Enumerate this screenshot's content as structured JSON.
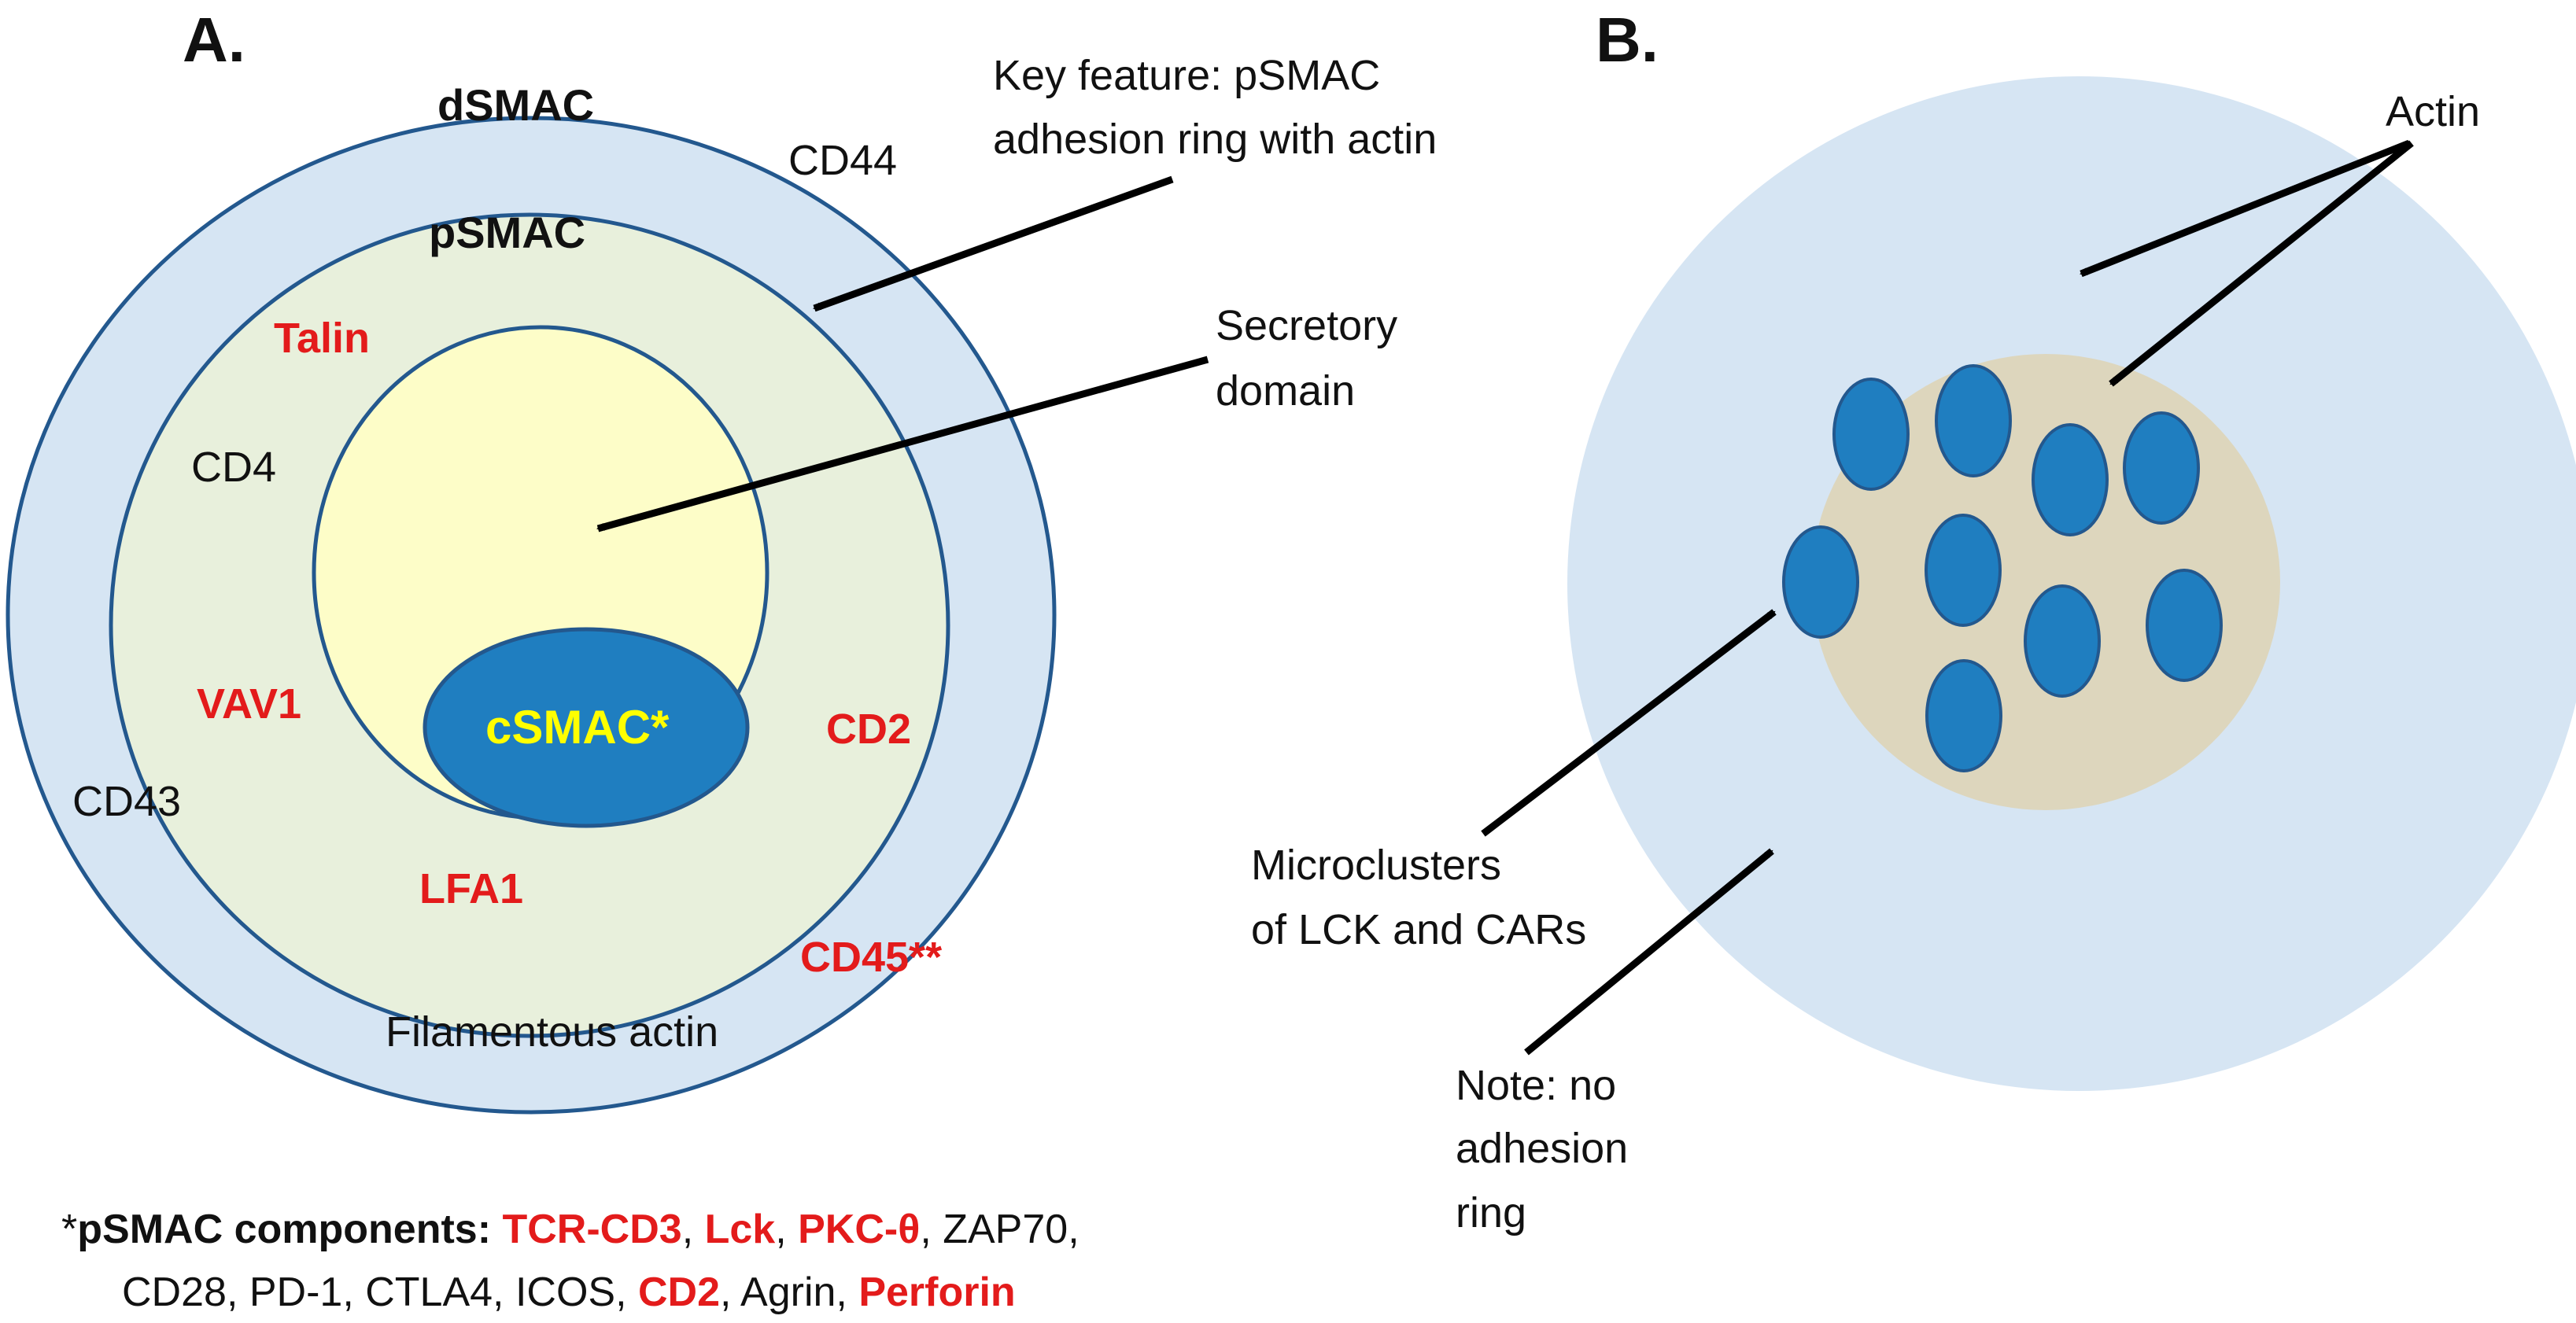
{
  "panel_a": {
    "label": "A.",
    "dsmac_label": "dSMAC",
    "psmac_label": "pSMAC",
    "csmac_label": "cSMAC*",
    "cd44": "CD44",
    "talin": "Talin",
    "cd4": "CD4",
    "vav1": "VAV1",
    "cd2": "CD2",
    "cd43": "CD43",
    "lfa1": "LFA1",
    "cd45": "CD45**",
    "filamentous_actin": "Filamentous actin",
    "key_feature_line1": "Key feature: pSMAC",
    "key_feature_line2": "adhesion ring with actin",
    "secretory_line1": "Secretory",
    "secretory_line2": "domain"
  },
  "panel_b": {
    "label": "B.",
    "actin": "Actin",
    "microclusters_line1": "Microclusters",
    "microclusters_line2": "of LCK and CARs",
    "note_line1": "Note: no",
    "note_line2": "adhesion",
    "note_line3": "ring"
  },
  "footnote": {
    "star": "*",
    "heading": "pSMAC components: ",
    "line1": [
      {
        "text": "TCR-CD3",
        "red": true
      },
      {
        "text": ", ",
        "red": false
      },
      {
        "text": "Lck",
        "red": true
      },
      {
        "text": ", ",
        "red": false
      },
      {
        "text": "PKC-θ",
        "red": true
      },
      {
        "text": ", ZAP70,",
        "red": false
      }
    ],
    "line2": [
      {
        "text": "CD28, PD-1, CTLA4, ICOS, ",
        "red": false
      },
      {
        "text": "CD2",
        "red": true
      },
      {
        "text": ", Agrin, ",
        "red": false
      },
      {
        "text": "Perforin",
        "red": true
      }
    ]
  },
  "colors": {
    "dsmac_fill": "#d6e5f3",
    "psmac_fill": "#e8f0dc",
    "secretory_fill": "#fdfdc8",
    "csmac_fill": "#1f7ec0",
    "ring_stroke": "#23588e",
    "highlight_red": "#e31b1b",
    "cell_b_fill": "#d6e5f3",
    "cluster_zone_fill": "#ddd6bd",
    "microcluster_fill": "#1f7ec0"
  }
}
